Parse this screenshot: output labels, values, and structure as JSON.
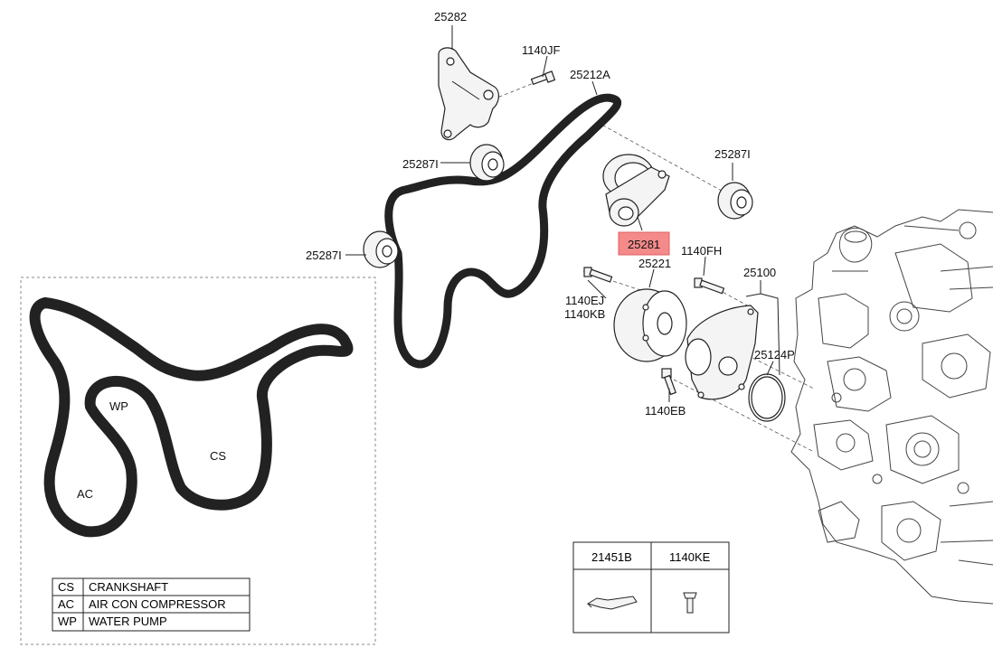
{
  "highlight_color": "#f48a8a",
  "callouts": {
    "bracket": "25282",
    "bolt_jf": "1140JF",
    "belt": "25212A",
    "idler_top": "25287I",
    "idler_right": "25287I",
    "idler_left": "25287I",
    "tensioner": "25281",
    "bolt_fh": "1140FH",
    "pulley": "25221",
    "water_pump": "25100",
    "bolt_ej": "1140EJ",
    "bolt_kb": "1140KB",
    "gasket": "25124P",
    "bolt_eb": "1140EB"
  },
  "belt_diagram": {
    "wp": "WP",
    "cs": "CS",
    "ac": "AC"
  },
  "legend": [
    {
      "code": "CS",
      "desc": "CRANKSHAFT"
    },
    {
      "code": "AC",
      "desc": "AIR CON COMPRESSOR"
    },
    {
      "code": "WP",
      "desc": "WATER PUMP"
    }
  ],
  "parts_table": {
    "col1": "21451B",
    "col2": "1140KE"
  }
}
